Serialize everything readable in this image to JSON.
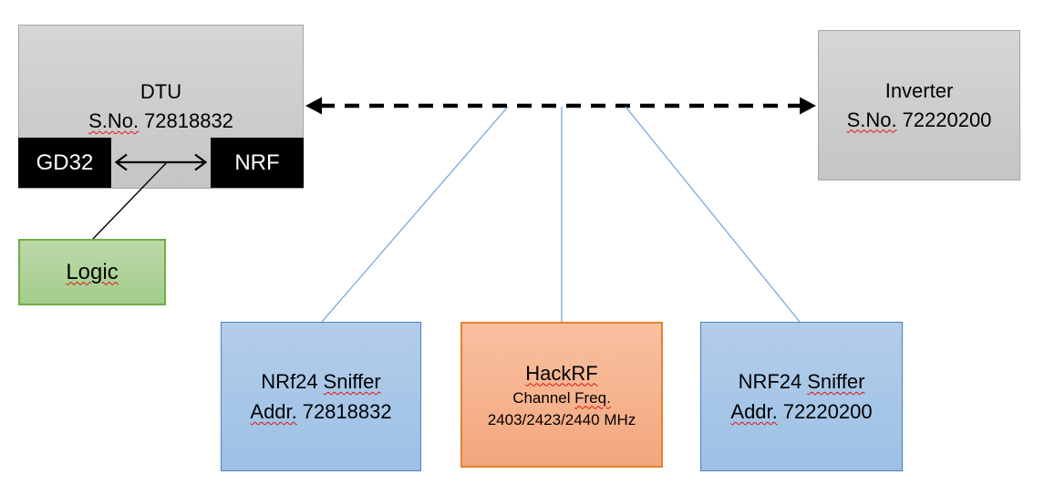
{
  "colors": {
    "gray_fill": "#cdcdcd",
    "gray_border": "#a6a6a6",
    "black_fill": "#000000",
    "green_fill": "#aed29a",
    "green_border": "#70ad47",
    "blue_fill": "#a7c6e8",
    "blue_border": "#4a80c4",
    "orange_fill": "#f6b291",
    "orange_border": "#e8812e",
    "connector_blue": "#6fa3d9",
    "arrow_black": "#000000",
    "spellcheck_red": "#e0150f",
    "text_on_dark": "#ffffff",
    "text_on_light": "#000000"
  },
  "nodes": {
    "dtu": {
      "title": "DTU",
      "serial_label": "S.No.",
      "serial_value": "72818832"
    },
    "gd32": {
      "label": "GD32"
    },
    "nrf": {
      "label": "NRF"
    },
    "logic": {
      "label": "Logic"
    },
    "inverter": {
      "title": "Inverter",
      "serial_label": "S.No.",
      "serial_value": "72220200"
    },
    "sniffer_left": {
      "name": "NRf24",
      "name_suffix": "Sniffer",
      "addr_label": "Addr.",
      "addr_value": "72818832"
    },
    "hackrf": {
      "title": "HackRF",
      "channel_word": "Channel",
      "freq_word": "Freq.",
      "frequencies": "2403/2423/2440 MHz"
    },
    "sniffer_right": {
      "name": "NRF24",
      "name_suffix": "Sniffer",
      "addr_label": "Addr.",
      "addr_value": "72220200"
    }
  }
}
